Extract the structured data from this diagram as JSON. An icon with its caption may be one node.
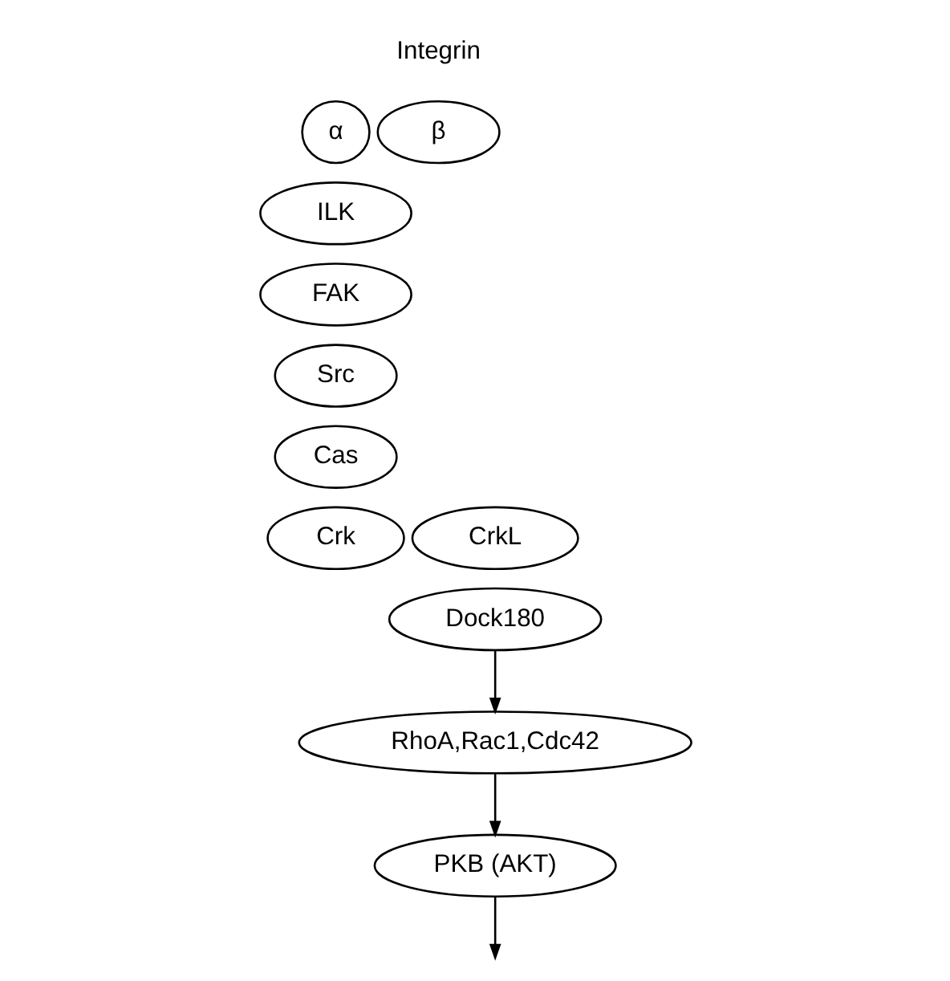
{
  "diagram": {
    "nodes": [
      {
        "text": [
          "α"
        ]
      },
      {
        "text": [
          "β"
        ]
      },
      {
        "text": [
          "ILK"
        ]
      },
      {
        "text": [
          "FAK"
        ]
      },
      {
        "text": [
          "Src"
        ]
      },
      {
        "text": [
          "Cas"
        ]
      },
      {
        "text": [
          "CrkL"
        ]
      },
      {
        "text": [
          "Crk"
        ]
      },
      {
        "text": [
          "Dock180"
        ]
      },
      {
        "text": [
          "RhoA,Rac1,Cdc42"
        ]
      },
      {
        "text": [
          "PKB (AKT)"
        ]
      }
    ],
    "edges": [
      {
        "from": 8,
        "to": 9,
        "arrow": "to"
      },
      {
        "from": 9,
        "to": 10,
        "arrow": "to"
      },
      {
        "from": 10,
        "to": null,
        "arrow": "to"
      }
    ],
    "labels": [
      "Integrin"
    ]
  }
}
